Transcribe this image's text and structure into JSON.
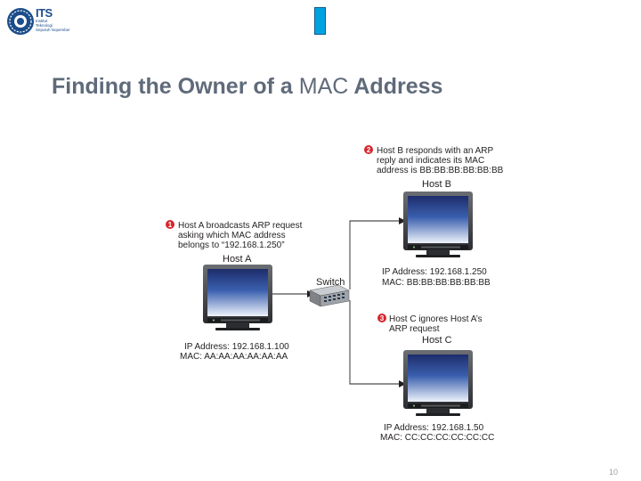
{
  "logo": {
    "name": "ITS",
    "lines": [
      "Institut",
      "Teknologi",
      "Sepuluh Nopember"
    ]
  },
  "slide": {
    "title_bold": "Finding the Owner of a",
    "title_normal": "MAC",
    "title_bold_end": "Address",
    "page_number": "10"
  },
  "colors": {
    "accent": "#00a3e0",
    "title": "#5f6a7a",
    "step_marker": "#d7262e",
    "line": "#231f20"
  },
  "diagram": {
    "steps": [
      {
        "number": "1",
        "lines": [
          "Host A broadcasts ARP request",
          "asking which MAC address",
          "belongs to “192.168.1.250”"
        ]
      },
      {
        "number": "2",
        "lines": [
          "Host B responds with an ARP",
          "reply and indicates its MAC",
          "address is BB:BB:BB:BB:BB:BB"
        ]
      },
      {
        "number": "3",
        "lines": [
          "Host C ignores Host A’s",
          "ARP request"
        ]
      }
    ],
    "switch_label": "Switch",
    "hosts": [
      {
        "name": "Host A",
        "ip": "IP Address: 192.168.1.100",
        "mac": "MAC: AA:AA:AA:AA:AA:AA"
      },
      {
        "name": "Host B",
        "ip": "IP Address: 192.168.1.250",
        "mac": "MAC: BB:BB:BB:BB:BB:BB"
      },
      {
        "name": "Host C",
        "ip": "IP Address: 192.168.1.50",
        "mac": "MAC: CC:CC:CC:CC:CC:CC"
      }
    ],
    "icons": [
      "monitor-icon",
      "network-switch-icon"
    ]
  }
}
